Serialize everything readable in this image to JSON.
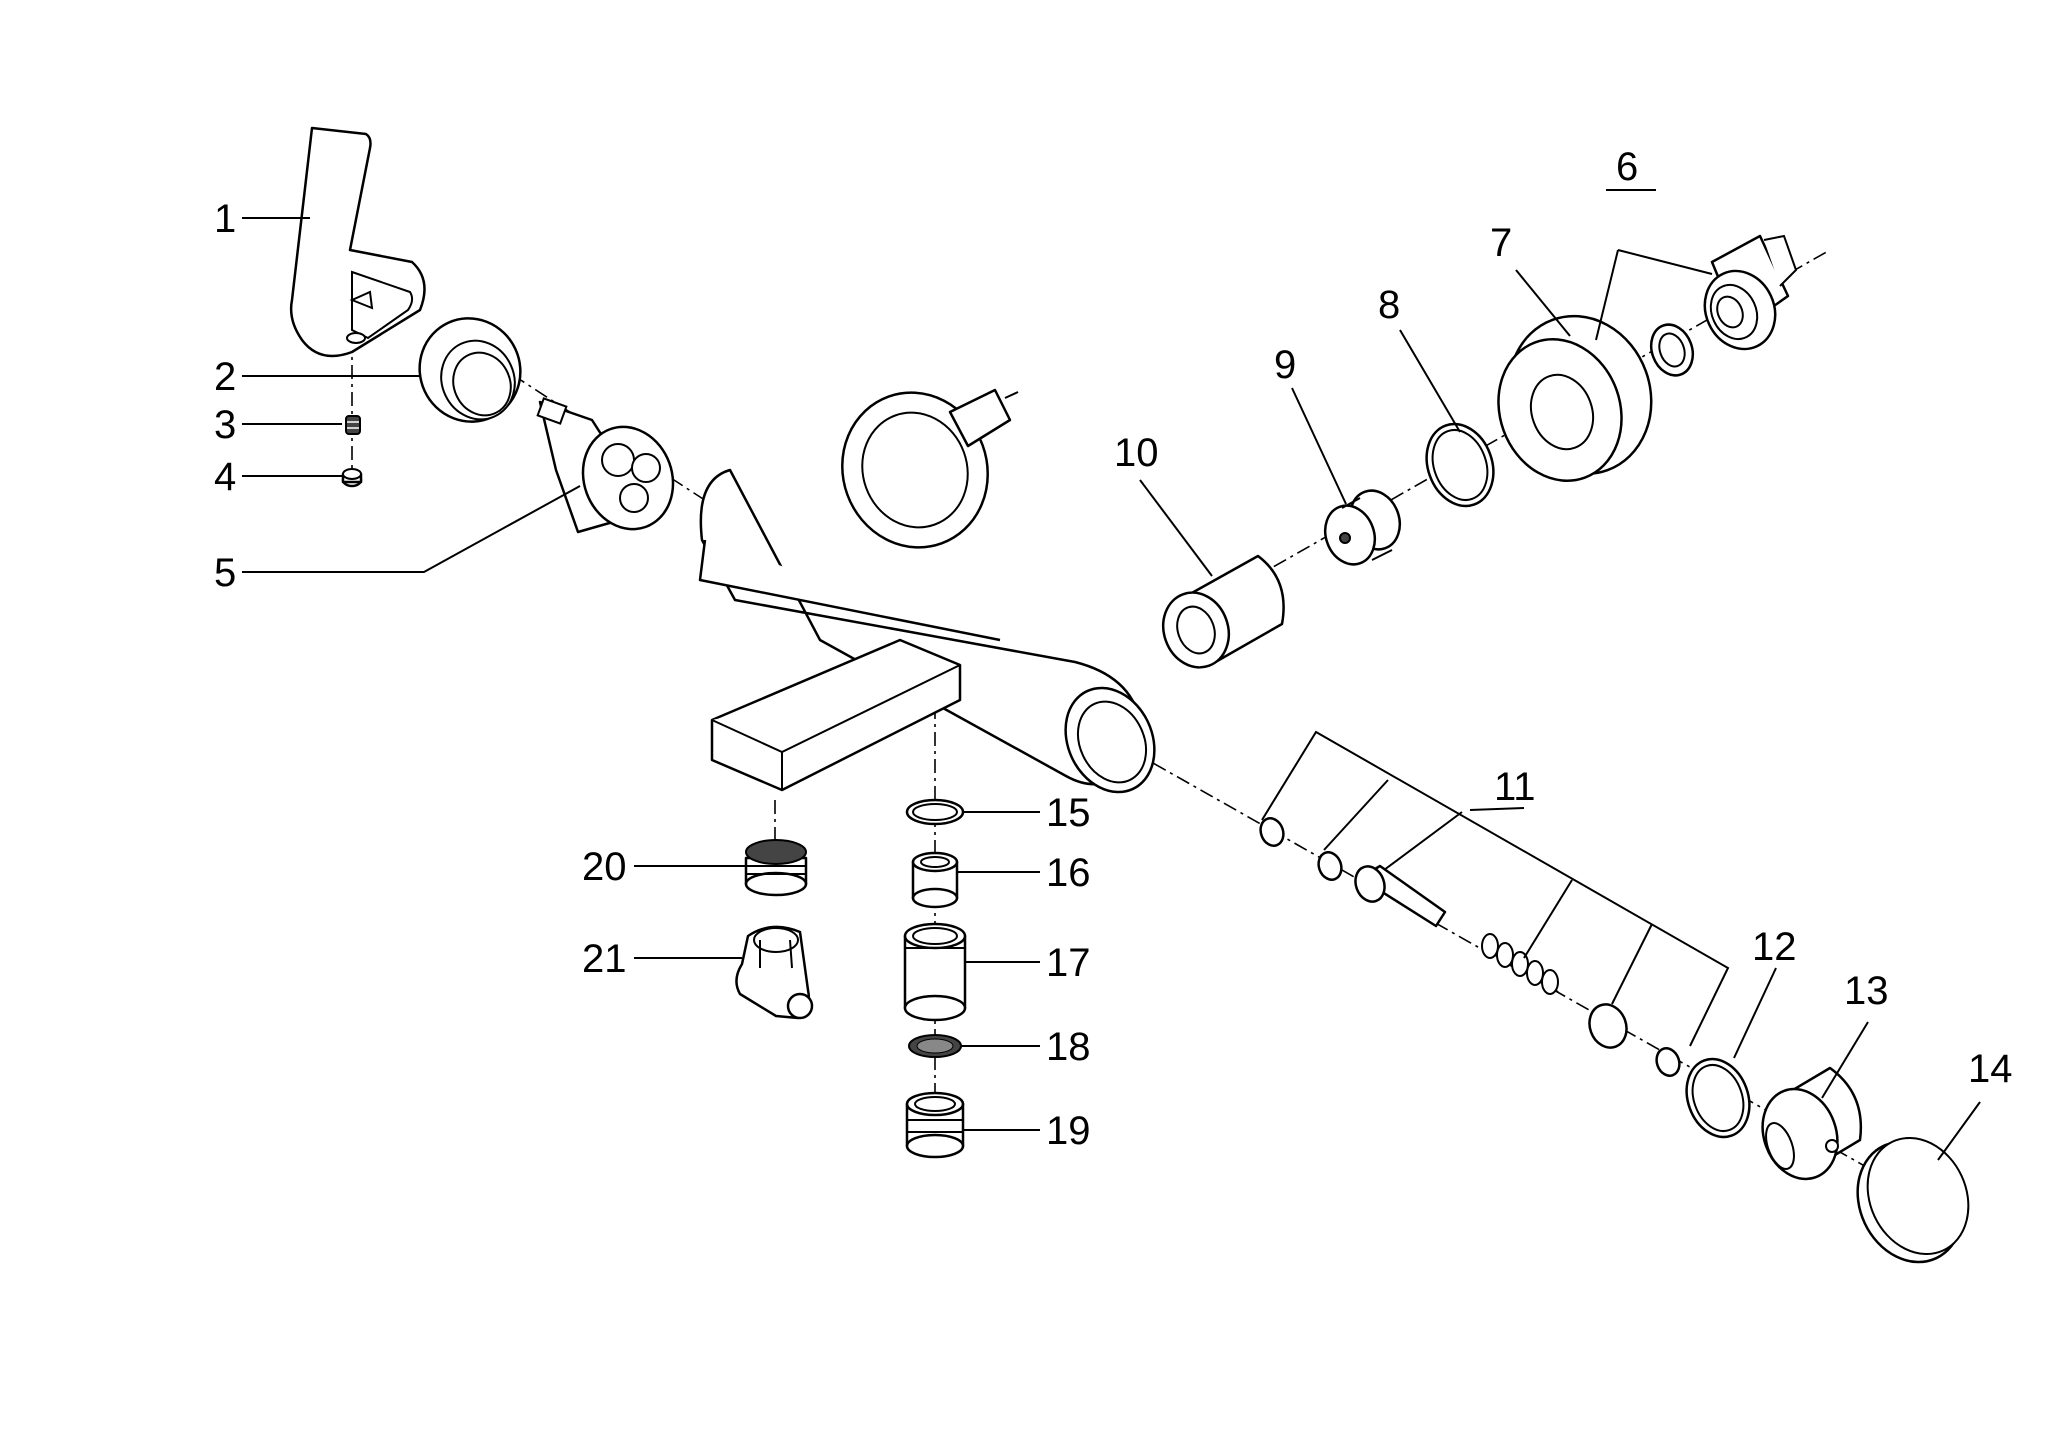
{
  "callouts": [
    {
      "id": "1",
      "label": "1"
    },
    {
      "id": "2",
      "label": "2"
    },
    {
      "id": "3",
      "label": "3"
    },
    {
      "id": "4",
      "label": "4"
    },
    {
      "id": "5",
      "label": "5"
    },
    {
      "id": "6",
      "label": "6"
    },
    {
      "id": "7",
      "label": "7"
    },
    {
      "id": "8",
      "label": "8"
    },
    {
      "id": "9",
      "label": "9"
    },
    {
      "id": "10",
      "label": "10"
    },
    {
      "id": "11",
      "label": "11"
    },
    {
      "id": "12",
      "label": "12"
    },
    {
      "id": "13",
      "label": "13"
    },
    {
      "id": "14",
      "label": "14"
    },
    {
      "id": "15",
      "label": "15"
    },
    {
      "id": "16",
      "label": "16"
    },
    {
      "id": "17",
      "label": "17"
    },
    {
      "id": "18",
      "label": "18"
    },
    {
      "id": "19",
      "label": "19"
    },
    {
      "id": "20",
      "label": "20"
    },
    {
      "id": "21",
      "label": "21"
    }
  ],
  "colors": {
    "line": "#000000",
    "background": "#ffffff",
    "shading": "#444444"
  }
}
